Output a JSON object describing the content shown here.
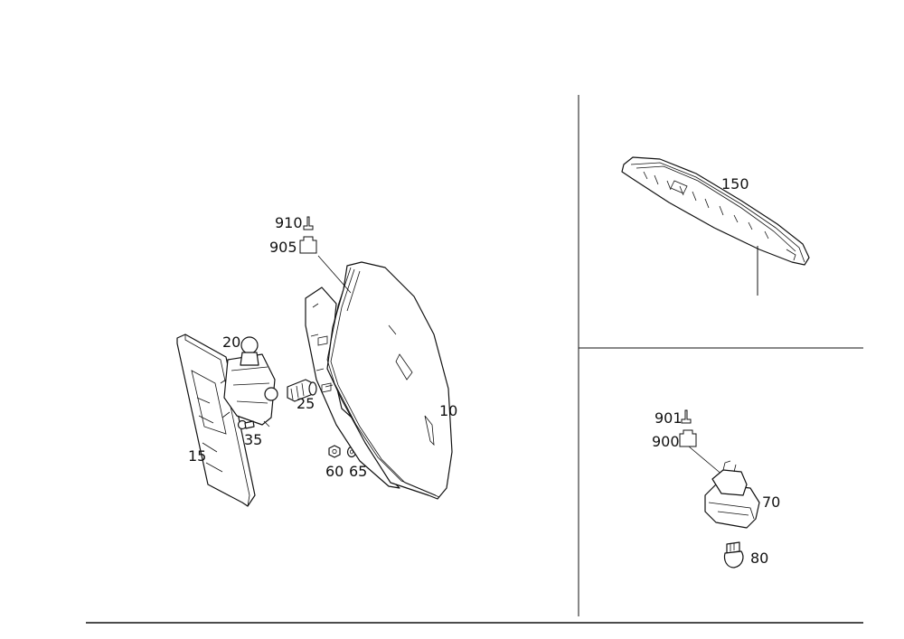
{
  "labels": {
    "p10": "10",
    "p15": "15",
    "p20": "20",
    "p25": "25",
    "p35": "35",
    "p60": "60",
    "p65": "65",
    "p70": "70",
    "p80": "80",
    "p150": "150",
    "p900": "900",
    "p901": "901",
    "p905": "905",
    "p910": "910"
  },
  "icons": {
    "note_small": "pin-symbol-icon",
    "note_large": "connector-symbol-icon"
  }
}
